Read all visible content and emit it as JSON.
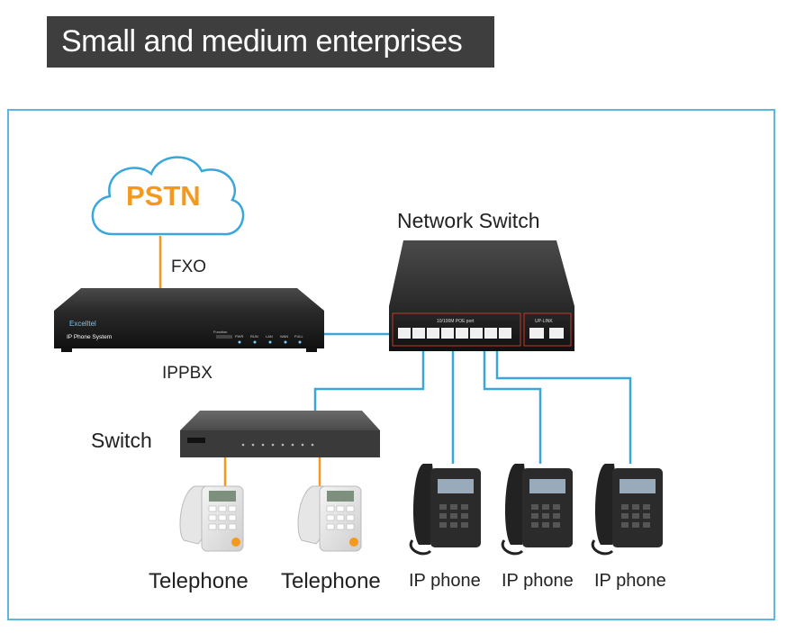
{
  "title": "Small and medium enterprises",
  "cloud": {
    "label": "PSTN"
  },
  "fxo_label": "FXO",
  "ippbx": {
    "label": "IPPBX",
    "brand": "Excelltel",
    "caption": "IP Phone System",
    "leds": [
      "Function",
      "PWR",
      "RUN",
      "LAN",
      "WAN",
      "FULL"
    ]
  },
  "network_switch": {
    "label": "Network Switch",
    "ports_caption": "10/100M POE port",
    "uplink_caption": "UP-LINK"
  },
  "switch": {
    "label": "Switch"
  },
  "devices": [
    {
      "type": "telephone",
      "label": "Telephone"
    },
    {
      "type": "telephone",
      "label": "Telephone"
    },
    {
      "type": "ip-phone",
      "label": "IP phone"
    },
    {
      "type": "ip-phone",
      "label": "IP phone"
    },
    {
      "type": "ip-phone",
      "label": "IP phone"
    }
  ],
  "colors": {
    "accent": "#f39a1e",
    "link": "#3aa6d9",
    "frame": "#5cb8e0",
    "title_bg": "#3e3e3e"
  }
}
